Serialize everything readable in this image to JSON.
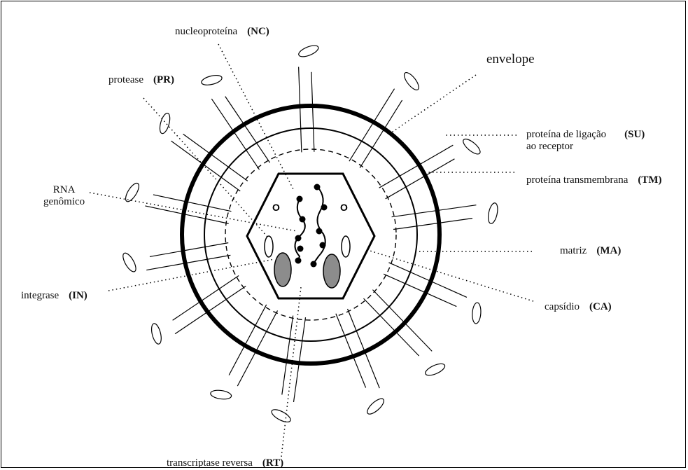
{
  "labels": {
    "nucleoproteina": {
      "name": "nucleoproteína",
      "abbr": "(NC)"
    },
    "protease": {
      "name": "protease",
      "abbr": "(PR)"
    },
    "envelope": {
      "name": "envelope"
    },
    "su": {
      "name_line1": "proteína de ligação",
      "name_line2": "ao receptor",
      "abbr": "(SU)"
    },
    "tm": {
      "name": "proteína transmembrana",
      "abbr": "(TM)"
    },
    "rna": {
      "name_line1": "RNA",
      "name_line2": "genômico"
    },
    "matriz": {
      "name": "matriz",
      "abbr": "(MA)"
    },
    "integrase": {
      "name": "integrase",
      "abbr": "(IN)"
    },
    "capsidio": {
      "name": "capsídio",
      "abbr": "(CA)"
    },
    "rt": {
      "name": "transcriptase reversa",
      "abbr": "(RT)"
    }
  },
  "core_markers": [
    "O",
    "O"
  ],
  "colors": {
    "line": "#000000",
    "enzyme_fill": "#8c8c8c",
    "background": "#ffffff"
  }
}
